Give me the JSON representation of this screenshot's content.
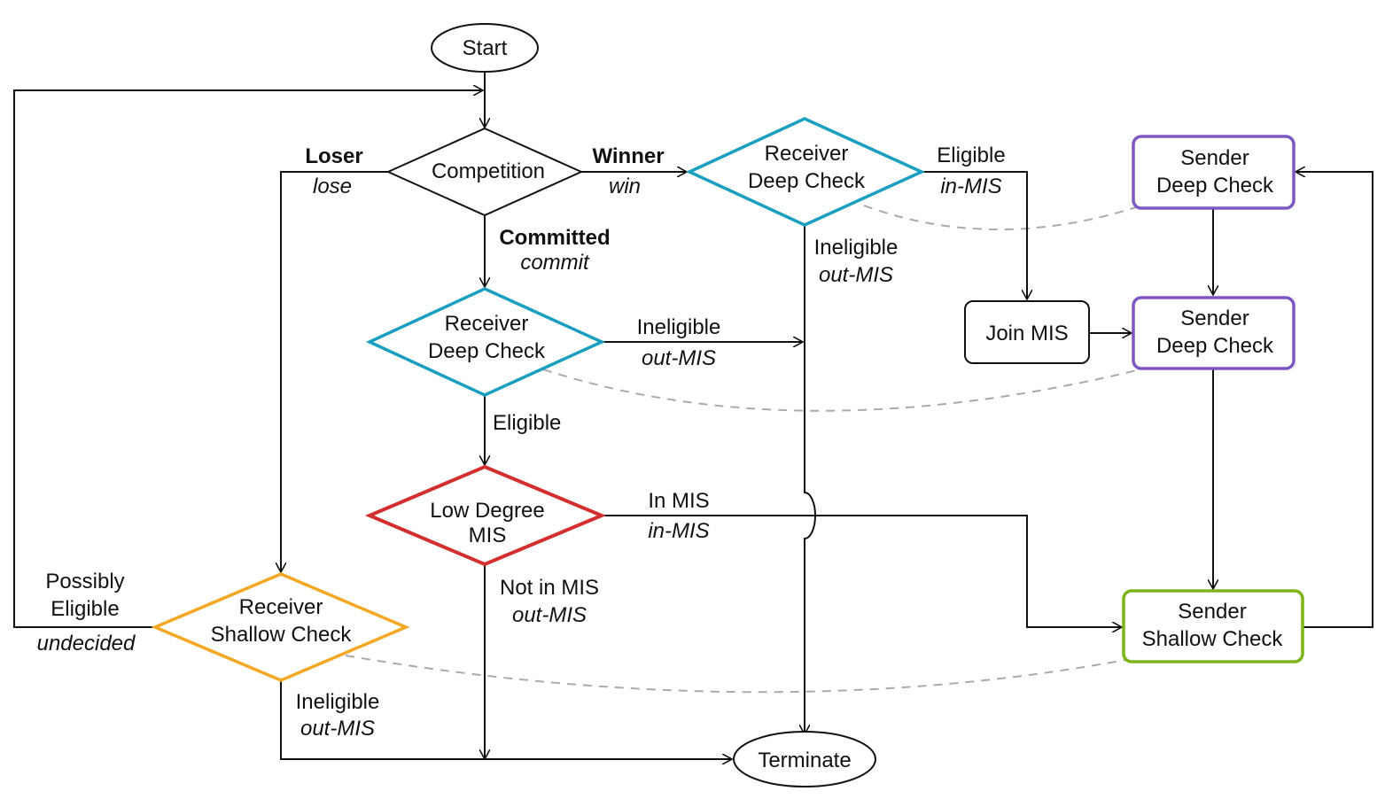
{
  "colors": {
    "loser": "#7e57c2",
    "winner": "#d32f2f",
    "committed": "#d32f2f",
    "receiver_deep": "#1a9fc0",
    "low_degree": "#d32f2f",
    "receiver_shallow": "#f5a623",
    "sender_deep": "#7e57c2",
    "sender_shallow": "#7cb518",
    "default": "#111111"
  },
  "nodes": {
    "start": "Start",
    "competition": "Competition",
    "receiver_deep_top": [
      "Receiver",
      "Deep Check"
    ],
    "receiver_deep_mid": [
      "Receiver",
      "Deep Check"
    ],
    "low_degree_mis": [
      "Low Degree",
      "MIS"
    ],
    "receiver_shallow": [
      "Receiver",
      "Shallow Check"
    ],
    "sender_deep_top": [
      "Sender",
      "Deep Check"
    ],
    "sender_deep_mid": [
      "Sender",
      "Deep Check"
    ],
    "join_mis": "Join MIS",
    "sender_shallow": [
      "Sender",
      "Shallow Check"
    ],
    "terminate": "Terminate"
  },
  "edges": {
    "loser": {
      "label": "Loser",
      "sub": "lose"
    },
    "winner": {
      "label": "Winner",
      "sub": "win"
    },
    "committed": {
      "label": "Committed",
      "sub": "commit"
    },
    "top_eligible": {
      "label": "Eligible",
      "sub": "in-MIS"
    },
    "top_ineligible": {
      "label": "Ineligible",
      "sub": "out-MIS"
    },
    "mid_ineligible": {
      "label": "Ineligible",
      "sub": "out-MIS"
    },
    "mid_eligible": {
      "label": "Eligible"
    },
    "in_mis": {
      "label": "In MIS",
      "sub": "in-MIS"
    },
    "not_in_mis": {
      "label": "Not in MIS",
      "sub": "out-MIS"
    },
    "possibly_eligible": {
      "label": [
        "Possibly",
        "Eligible"
      ],
      "sub": "undecided"
    },
    "shallow_ineligible": {
      "label": "Ineligible",
      "sub": "out-MIS"
    }
  }
}
